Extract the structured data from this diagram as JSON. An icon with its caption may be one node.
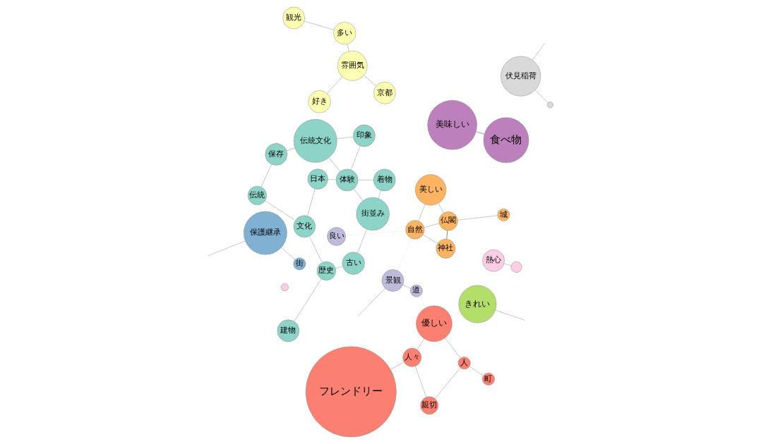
{
  "diagram": {
    "nodes": [
      {
        "text": [
          "良い"
        ]
      },
      {
        "text": [
          "建物"
        ]
      },
      {
        "text": [
          "景観"
        ]
      },
      {
        "text": [
          "街"
        ]
      },
      {
        "text": [
          "保護継承"
        ]
      },
      {
        "text": [
          "きれい"
        ]
      },
      {
        "text": [
          "歴史"
        ]
      },
      {
        "text": [
          "道"
        ]
      },
      {
        "text": [
          "自然"
        ]
      },
      {
        "text": [
          "伝統"
        ]
      },
      {
        "text": [
          "文化"
        ]
      },
      {
        "text": [
          "優しい"
        ]
      },
      {
        "text": [
          "神社"
        ]
      },
      {
        "text": [
          "古い"
        ]
      },
      {
        "text": [
          "美しい"
        ]
      },
      {
        "text": [
          "仏閣"
        ]
      },
      {
        "text": [
          "日本"
        ]
      },
      {
        "text": [
          "人"
        ]
      },
      {
        "text": [
          "人々"
        ]
      },
      {
        "text": [
          "保存"
        ]
      },
      {
        "text": [
          "街並み"
        ]
      },
      {
        "text": [
          "親切"
        ]
      },
      {
        "text": [
          "城"
        ]
      },
      {
        "text": [
          "京都"
        ]
      },
      {
        "text": [
          "体験"
        ]
      },
      {
        "text": [
          "フレンドリー"
        ]
      },
      {
        "text": [
          "着物"
        ]
      },
      {
        "text": [
          "町"
        ]
      },
      {
        "text": [
          "伝統文化"
        ]
      },
      {
        "text": [
          "雰囲気"
        ]
      },
      {
        "text": [
          "好き"
        ]
      },
      {
        "text": [
          "美味しい"
        ]
      },
      {
        "text": [
          "印象"
        ]
      },
      {
        "text": [
          "多い"
        ]
      },
      {
        "text": [
          "食べ物"
        ]
      },
      {
        "text": [
          "伏見稲荷"
        ]
      },
      {
        "text": [
          "熱心"
        ]
      },
      {
        "text": [
          "観光"
        ]
      },
      {
        "text": [],
        "shape": "circle"
      },
      {
        "text": [],
        "shape": "circle"
      },
      {
        "text": [],
        "shape": "circle"
      }
    ],
    "edges": [
      {
        "from": 5,
        "to": null,
        "arrow": "none"
      },
      {
        "from": 2,
        "to": null,
        "arrow": "none"
      },
      {
        "from": 4,
        "to": null,
        "arrow": "none"
      },
      {
        "from": 2,
        "to": 8,
        "arrow": "none",
        "style": "dashed"
      },
      {
        "from": 0,
        "to": 8,
        "arrow": "none",
        "style": "dashed"
      },
      {
        "from": 0,
        "to": 3,
        "arrow": "none",
        "style": "dashed"
      },
      {
        "from": 3,
        "to": 4,
        "arrow": "none"
      },
      {
        "from": 4,
        "to": 9,
        "arrow": "none",
        "style": "dashed"
      },
      {
        "from": 1,
        "to": 6,
        "arrow": "none"
      },
      {
        "from": 6,
        "to": 10,
        "arrow": "none"
      },
      {
        "from": 6,
        "to": 13,
        "arrow": "none"
      },
      {
        "from": 7,
        "to": 2,
        "arrow": "none"
      },
      {
        "from": 7,
        "to": 11,
        "arrow": "none",
        "style": "dashed"
      },
      {
        "from": 5,
        "to": 11,
        "arrow": "none",
        "style": "dashed"
      },
      {
        "from": 8,
        "to": 14,
        "arrow": "none"
      },
      {
        "from": 8,
        "to": 12,
        "arrow": "none"
      },
      {
        "from": 8,
        "to": 15,
        "arrow": "none"
      },
      {
        "from": 9,
        "to": 10,
        "arrow": "none"
      },
      {
        "from": 9,
        "to": 19,
        "arrow": "none"
      },
      {
        "from": 10,
        "to": 16,
        "arrow": "none"
      },
      {
        "from": 11,
        "to": 17,
        "arrow": "none"
      },
      {
        "from": 11,
        "to": 18,
        "arrow": "none"
      },
      {
        "from": 12,
        "to": 15,
        "arrow": "none",
        "color": "#707070"
      },
      {
        "from": 13,
        "to": 20,
        "arrow": "none"
      },
      {
        "from": 14,
        "to": 15,
        "arrow": "none"
      },
      {
        "from": 15,
        "to": 22,
        "arrow": "none"
      },
      {
        "from": 16,
        "to": 24,
        "arrow": "none"
      },
      {
        "from": 17,
        "to": 21,
        "arrow": "none"
      },
      {
        "from": 17,
        "to": 27,
        "arrow": "none"
      },
      {
        "from": 18,
        "to": 21,
        "arrow": "none"
      },
      {
        "from": 18,
        "to": 25,
        "arrow": "none"
      },
      {
        "from": 19,
        "to": 28,
        "arrow": "none"
      },
      {
        "from": 20,
        "to": 24,
        "arrow": "none"
      },
      {
        "from": 20,
        "to": 26,
        "arrow": "none"
      },
      {
        "from": 23,
        "to": 29,
        "arrow": "none"
      },
      {
        "from": 24,
        "to": 26,
        "arrow": "none"
      },
      {
        "from": 24,
        "to": 28,
        "arrow": "none"
      },
      {
        "from": 24,
        "to": 32,
        "arrow": "none"
      },
      {
        "from": 28,
        "to": 32,
        "arrow": "none"
      },
      {
        "from": 28,
        "to": 30,
        "arrow": "none",
        "style": "dashed"
      },
      {
        "from": 29,
        "to": 30,
        "arrow": "none"
      },
      {
        "from": 29,
        "to": 33,
        "arrow": "none"
      },
      {
        "from": 31,
        "to": 34,
        "arrow": "none",
        "color": "#8c8c8c"
      },
      {
        "from": 33,
        "to": 37,
        "arrow": "none"
      },
      {
        "from": 35,
        "to": 38,
        "arrow": "none"
      },
      {
        "from": 35,
        "to": null,
        "arrow": "none"
      },
      {
        "from": 36,
        "to": 40,
        "arrow": "none"
      }
    ]
  }
}
